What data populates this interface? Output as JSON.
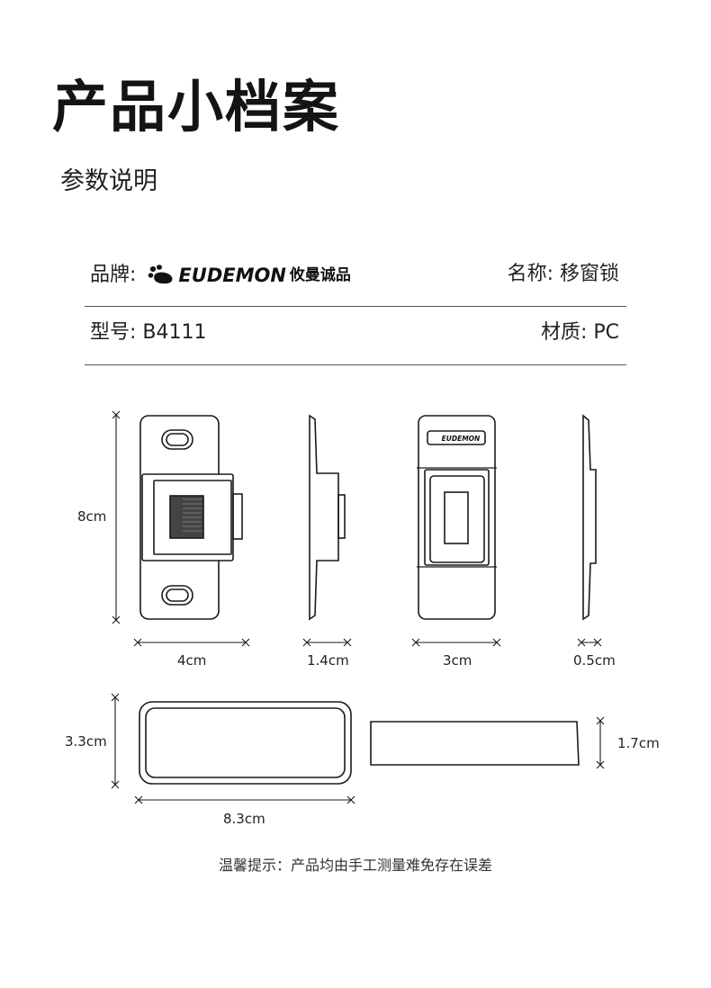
{
  "header": {
    "title": "产品小档案",
    "subtitle": "参数说明"
  },
  "specs": {
    "brand_label": "品牌:",
    "brand_name": "EUDEMON",
    "brand_name_cn": "攸曼诚品",
    "name_label": "名称:",
    "name_value": "移窗锁",
    "model_label": "型号:",
    "model_value": "B4111",
    "material_label": "材质:",
    "material_value": "PC"
  },
  "dimensions": {
    "height": "8cm",
    "front_width": "4cm",
    "side_depth": "1.4cm",
    "back_width": "3cm",
    "thin_side": "0.5cm",
    "pad_height": "3.3cm",
    "pad_width": "8.3cm",
    "pad_thickness": "1.7cm"
  },
  "diagram": {
    "back_logo": "EUDEMON"
  },
  "footer": {
    "note": "温馨提示：产品均由手工测量难免存在误差"
  }
}
